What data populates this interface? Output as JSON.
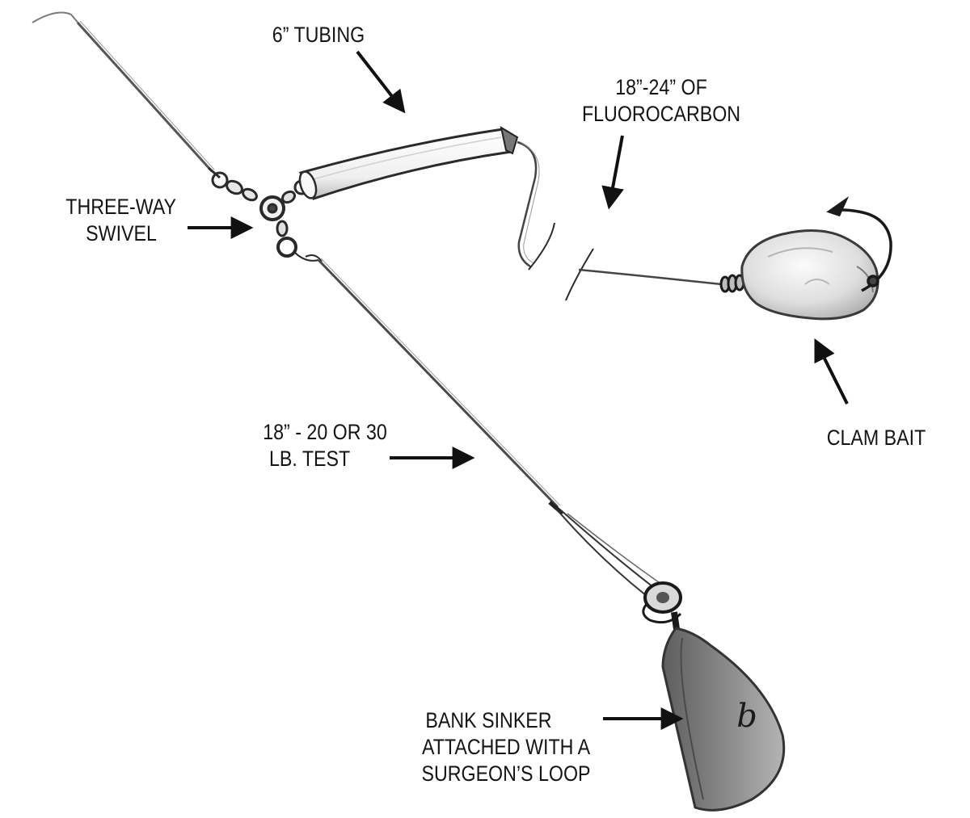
{
  "labels": {
    "tubing": {
      "lines": [
        "6” TUBING"
      ]
    },
    "fluorocarbon": {
      "lines": [
        "18”-24” OF",
        "FLUOROCARBON"
      ]
    },
    "swivel": {
      "lines": [
        "THREE-WAY",
        "SWIVEL"
      ]
    },
    "clam": {
      "lines": [
        "CLAM BAIT"
      ]
    },
    "test": {
      "lines": [
        "18” - 20 OR 30",
        "LB. TEST"
      ]
    },
    "sinker": {
      "lines": [
        "BANK SINKER",
        "ATTACHED WITH A",
        "SURGEON’S LOOP"
      ]
    }
  },
  "sinker_mark": "b",
  "colors": {
    "ink": "#1a1a1a",
    "line": "#555555",
    "tubing_fill": "#f4f4f4",
    "bait_fill": "#e9e9e9",
    "sinker_fill": "#8a8a8a"
  }
}
